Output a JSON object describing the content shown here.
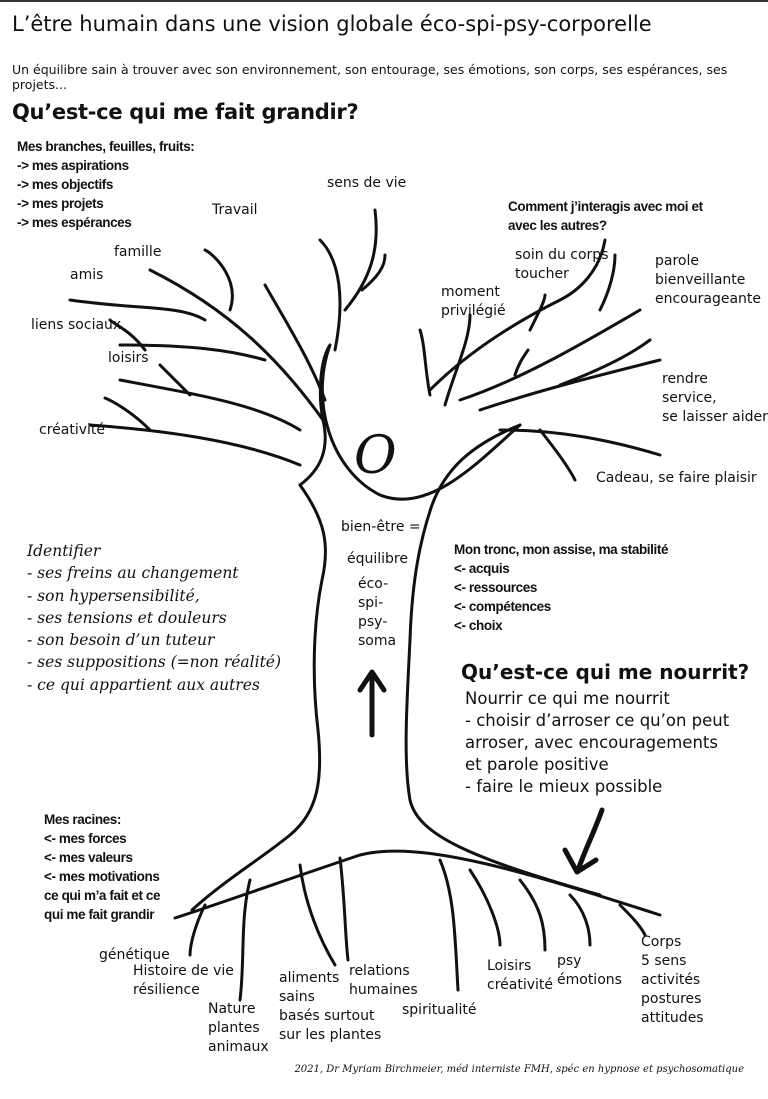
{
  "title": "L’être humain dans une vision globale éco-spi-psy-corporelle",
  "subtitle": "Un équilibre sain à trouver avec son environnement, son entourage, ses émotions, son corps, ses espérances, ses projets...",
  "question_grow": "Qu’est-ce qui me fait grandir?",
  "branches_block": [
    "Mes branches, feuilles, fruits:",
    "-> mes aspirations",
    "-> mes objectifs",
    "-> mes projets",
    "-> mes espérances"
  ],
  "interact_block": [
    "Comment j’interagis avec moi et",
    "avec les autres?"
  ],
  "trunk_block": [
    "Mon tronc, mon assise, ma stabilité",
    "<- acquis",
    "<- ressources",
    "<- compétences",
    "<- choix"
  ],
  "roots_block": [
    "Mes racines:",
    "<- mes forces",
    "<- mes valeurs",
    "<- mes motivations",
    "ce qui m’a fait et ce",
    "qui me fait grandir"
  ],
  "identify_block": [
    "Identifier",
    "- ses freins au changement",
    "- son hypersensibilité,",
    "- ses tensions et douleurs",
    "- son besoin d’un tuteur",
    "- ses suppositions (=non réalité)",
    "- ce qui appartient aux autres"
  ],
  "question_nourish": "Qu’est-ce qui me nourrit?",
  "nourish_block": [
    "Nourrir ce qui me nourrit",
    "- choisir d’arroser ce qu’on peut",
    "arroser, avec encouragements",
    "et parole positive",
    "- faire le mieux possible"
  ],
  "branch_labels": {
    "sens_de_vie": "sens de vie",
    "travail": "Travail",
    "famille": "famille",
    "amis": "amis",
    "liens_sociaux": "liens sociaux",
    "loisirs": "loisirs",
    "creativite": "créativité",
    "soin": [
      "soin du corps",
      "toucher"
    ],
    "parole": [
      "parole",
      "bienveillante",
      "encourageante"
    ],
    "moment": [
      "moment",
      "privilégié"
    ],
    "rendre": [
      "rendre",
      "service,",
      "se laisser aider"
    ],
    "cadeau": "Cadeau, se faire plaisir"
  },
  "trunk_labels": [
    "bien-être =",
    "équilibre",
    "éco-",
    "spi-",
    "psy-",
    "soma"
  ],
  "trunk_symbol": "O",
  "root_labels": {
    "genetique": "génétique",
    "histoire": [
      "Histoire de vie",
      "résilience"
    ],
    "nature": [
      "Nature",
      "plantes",
      "animaux"
    ],
    "aliments": [
      "aliments",
      "sains",
      "basés surtout",
      "sur les plantes"
    ],
    "relations": [
      "relations",
      "humaines"
    ],
    "spiritualite": "spiritualité",
    "loisirs": [
      "Loisirs",
      "créativité"
    ],
    "psy": [
      "psy",
      "émotions"
    ],
    "corps": [
      "Corps",
      "5 sens",
      "activités",
      "postures",
      "attitudes"
    ]
  },
  "footer": "2021, Dr Myriam Birchmeier, méd interniste FMH, spéc en hypnose et psychosomatique"
}
